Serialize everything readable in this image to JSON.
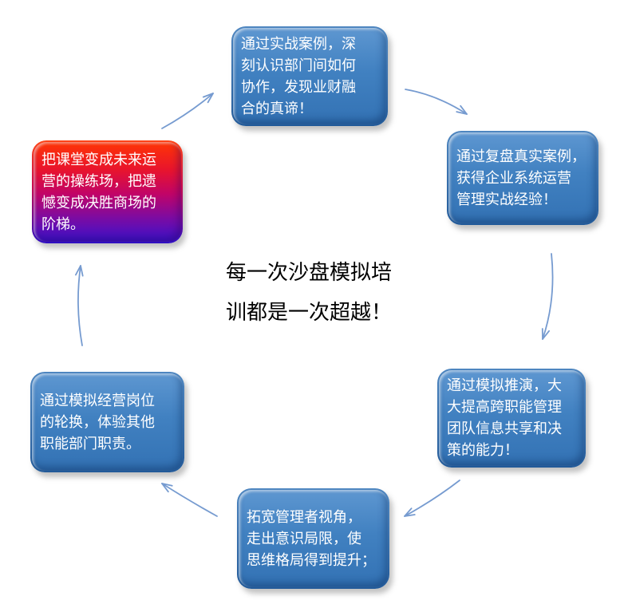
{
  "center_title": {
    "line1": "每一次沙盘模拟培",
    "line2": "训都是一次超越！"
  },
  "nodes": {
    "top": {
      "text": "通过实战案例，深\n刻认识部门间如何\n协作，发现业财融\n合的真谛！",
      "variant": "blue"
    },
    "right_upper": {
      "text": "通过复盘真实案例，\n获得企业系统运营\n管理实战经验！",
      "variant": "blue"
    },
    "right_lower": {
      "text": "通过模拟推演，大\n大提高跨职能管理\n团队信息共享和决\n策的能力！",
      "variant": "blue"
    },
    "bottom": {
      "text": "拓宽管理者视角，\n走出意识局限，使\n思维格局得到提升；",
      "variant": "blue"
    },
    "left_lower": {
      "text": "通过模拟经营岗位\n的轮换，体验其他\n职能部门职责。",
      "variant": "blue"
    },
    "left_upper": {
      "text": "把课堂变成未来运\n营的操练场，把遗\n憾变成决胜商场的\n阶梯。",
      "variant": "red-purple-gradient"
    }
  },
  "colors": {
    "arrow": "#769bd0",
    "blue_box_fill_top": "#5e97d1",
    "blue_box_fill_bottom": "#3372b4",
    "blue_box_border": "#2a68a8",
    "red_box_top": "#ff3505",
    "red_box_mid": "#c10467",
    "red_box_bottom": "#3a12cd",
    "box_text": "#ffffff",
    "center_text": "#000000"
  }
}
